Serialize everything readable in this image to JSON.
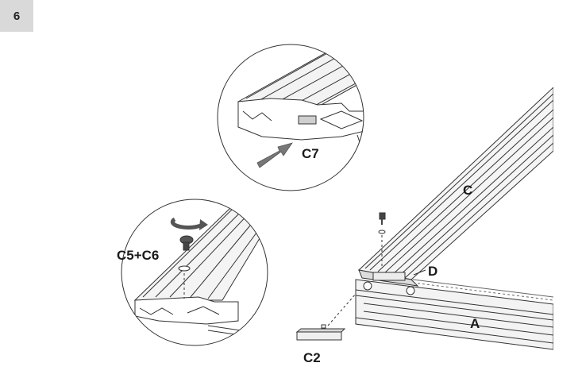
{
  "step": {
    "number": "6"
  },
  "labels": {
    "c7": "C7",
    "c5c6": "C5+C6",
    "c": "C",
    "d": "D",
    "a": "A",
    "c2": "C2"
  },
  "colors": {
    "line": "#333333",
    "arrow": "#777777",
    "rail_fill": "#e6e6e6",
    "badge_bg": "#d9d9d9"
  }
}
